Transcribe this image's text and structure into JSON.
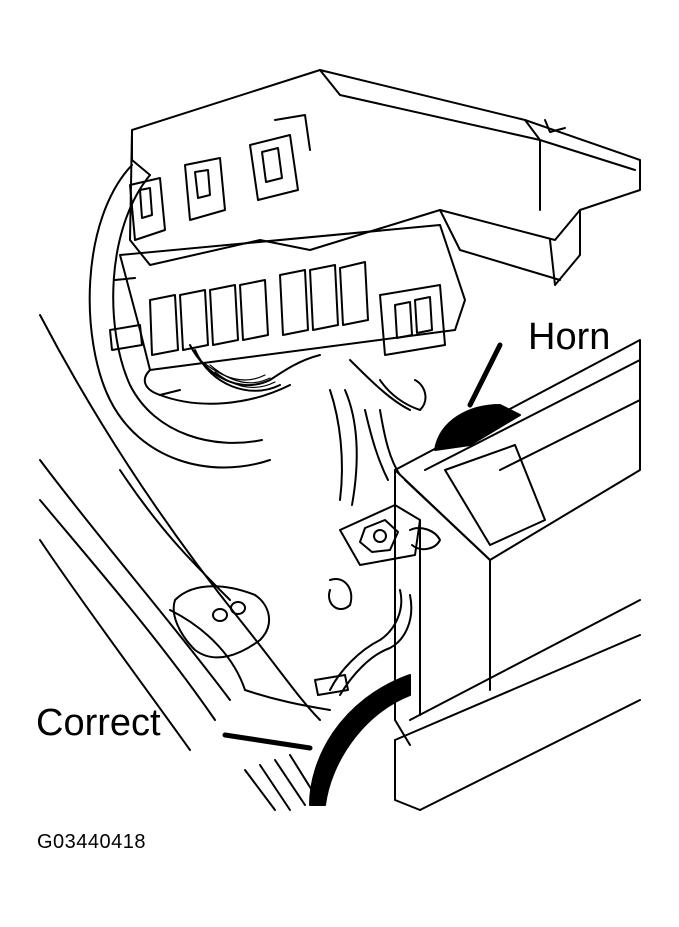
{
  "labels": {
    "horn": "Horn",
    "correct": "Correct",
    "figure_id": "G03440418"
  },
  "colors": {
    "line": "#000000",
    "background": "#ffffff"
  }
}
